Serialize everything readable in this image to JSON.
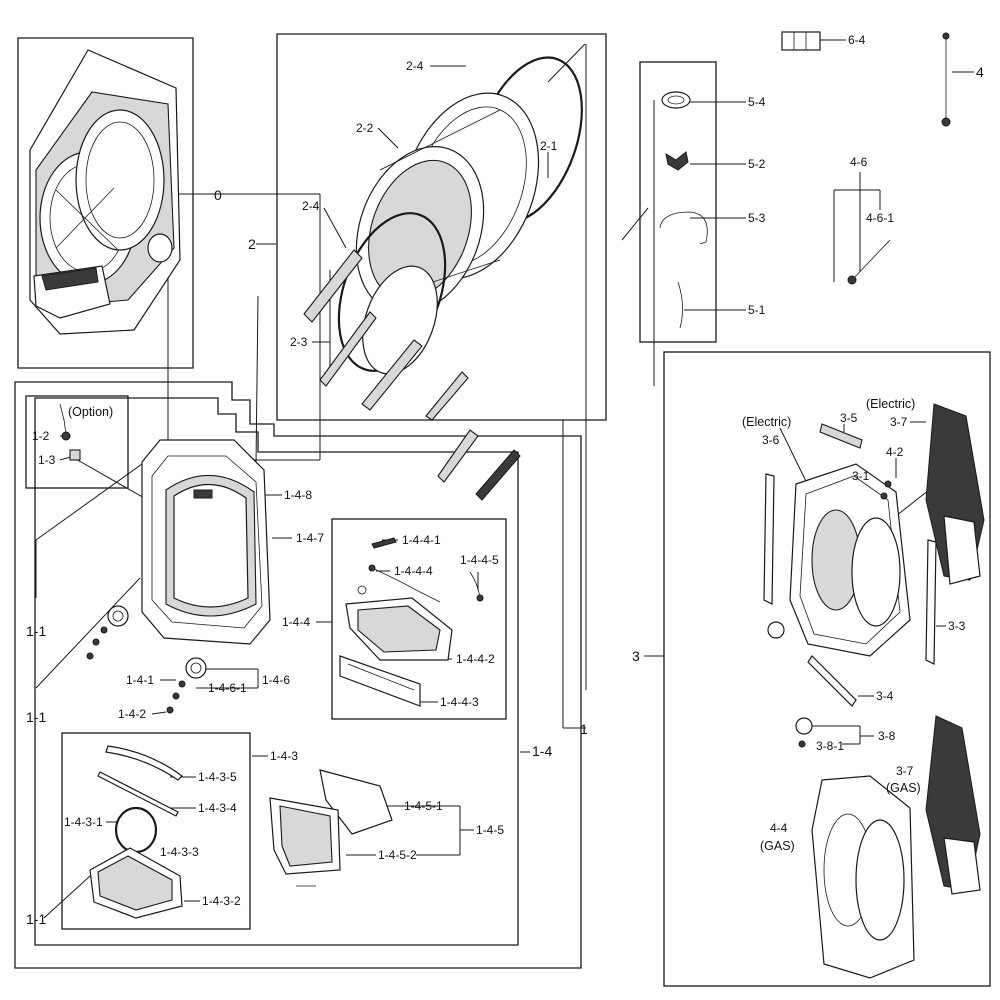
{
  "callouts": {
    "c0": "0",
    "c1": "1",
    "c1_1a": "1-1",
    "c1_1b": "1-1",
    "c1_1c": "1-1",
    "c1_2": "1-2",
    "c1_3": "1-3",
    "c1_4": "1-4",
    "c1_4_1": "1-4-1",
    "c1_4_2": "1-4-2",
    "c1_4_3": "1-4-3",
    "c1_4_3_1": "1-4-3-1",
    "c1_4_3_2": "1-4-3-2",
    "c1_4_3_3": "1-4-3-3",
    "c1_4_3_4": "1-4-3-4",
    "c1_4_3_5": "1-4-3-5",
    "c1_4_4": "1-4-4",
    "c1_4_4_1": "1-4-4-1",
    "c1_4_4_2": "1-4-4-2",
    "c1_4_4_3": "1-4-4-3",
    "c1_4_4_4": "1-4-4-4",
    "c1_4_4_5": "1-4-4-5",
    "c1_4_5": "1-4-5",
    "c1_4_5_1": "1-4-5-1",
    "c1_4_5_2": "1-4-5-2",
    "c1_4_6": "1-4-6",
    "c1_4_6_1": "1-4-6-1",
    "c1_4_7": "1-4-7",
    "c1_4_8": "1-4-8",
    "c2": "2",
    "c2_1": "2-1",
    "c2_2": "2-2",
    "c2_3": "2-3",
    "c2_4a": "2-4",
    "c2_4b": "2-4",
    "c3": "3",
    "c3_1": "3-1",
    "c3_3": "3-3",
    "c3_4": "3-4",
    "c3_5": "3-5",
    "c3_6": "3-6",
    "c3_7a": "3-7",
    "c3_7b": "3-7",
    "c3_8": "3-8",
    "c3_8_1": "3-8-1",
    "c4": "4",
    "c4_2": "4-2",
    "c4_4": "4-4",
    "c4_6": "4-6",
    "c4_6_1": "4-6-1",
    "c5_1": "5-1",
    "c5_2": "5-2",
    "c5_3": "5-3",
    "c5_4": "5-4",
    "c6_4": "6-4"
  },
  "notes": {
    "option": "(Option)",
    "electric_a": "(Electric)",
    "electric_b": "(Electric)",
    "gas_a": "(GAS)",
    "gas_b": "(GAS)"
  }
}
